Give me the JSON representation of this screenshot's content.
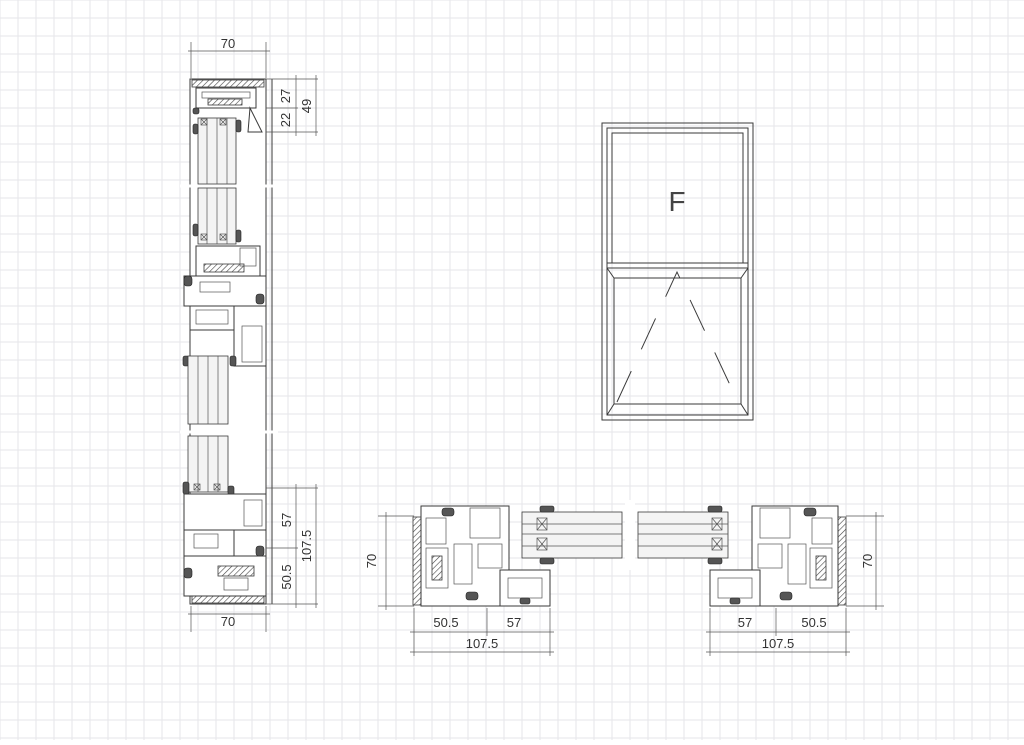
{
  "elevation": {
    "sash_label": "F"
  },
  "vertical_section": {
    "top_width": "70",
    "bottom_width": "70",
    "right_dims": {
      "a": "27",
      "b": "49",
      "c": "22",
      "d": "57",
      "e": "107.5",
      "f": "50.5"
    }
  },
  "horizontal_left": {
    "height": "70",
    "d1": "50.5",
    "d2": "57",
    "total": "107.5"
  },
  "horizontal_right": {
    "height": "70",
    "d1": "57",
    "d2": "50.5",
    "total": "107.5"
  },
  "colors": {
    "line": "#3a3a3a",
    "grid": "#e6e6ea",
    "background": "#ffffff"
  }
}
